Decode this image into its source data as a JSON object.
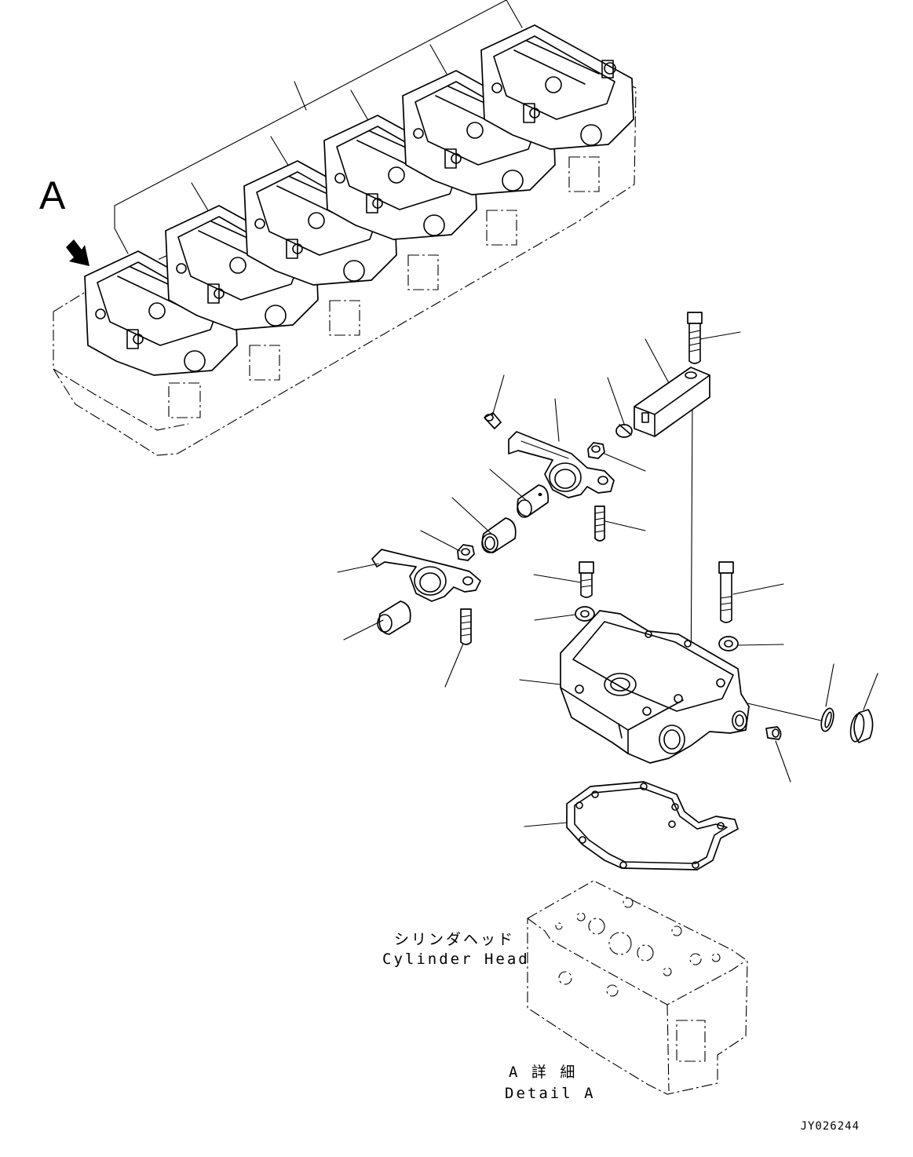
{
  "view_label": "A",
  "cylinder_head": {
    "jp": "シリンダヘッド",
    "en": "Cylinder Head"
  },
  "detail": {
    "jp": "A 詳 細",
    "en": "Detail A"
  },
  "drawing_code": "JY026244",
  "icons": {
    "view_arrow": "view-arrow-icon"
  }
}
